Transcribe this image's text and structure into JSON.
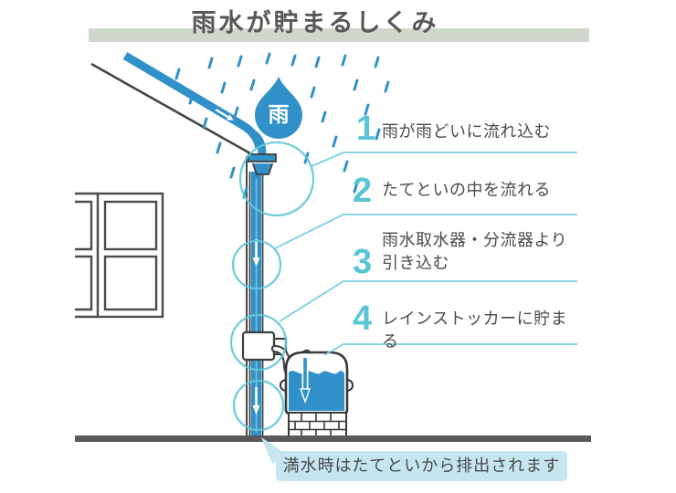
{
  "title": "雨水が貯まるしくみ",
  "diagram": {
    "rain_drop_label": "雨",
    "steps": [
      {
        "number": "1",
        "text": "雨が雨どいに流れ込む"
      },
      {
        "number": "2",
        "text": "たてといの中を流れる"
      },
      {
        "number": "3",
        "text": "雨水取水器・分流器より引き込む"
      },
      {
        "number": "4",
        "text": "レインストッカーに貯まる"
      }
    ],
    "note": "満水時はたてといから排出されます"
  },
  "colors": {
    "water_blue": "#3090c8",
    "highlight_teal": "#5fc8d8",
    "title_gray": "#575757",
    "band_green": "#cfd6cb",
    "bubble_blue": "#c5e6ee",
    "ground_gray": "#595959",
    "text_gray": "#4a4a4a"
  }
}
